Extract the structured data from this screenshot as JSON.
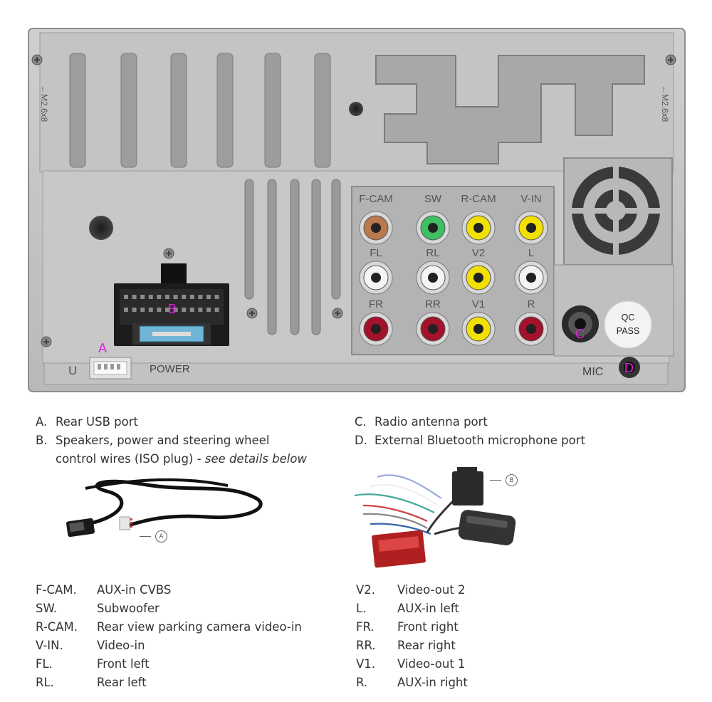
{
  "panel": {
    "connectors_top": [
      "F-CAM",
      "SW",
      "R-CAM",
      "V-IN"
    ],
    "connectors_mid": [
      "FL",
      "RL",
      "V2",
      "L"
    ],
    "connectors_bot": [
      "FR",
      "RR",
      "V1",
      "R"
    ],
    "power_label": "POWER",
    "usb_label": "U",
    "mic_label": "MIC",
    "qc_line1": "QC",
    "qc_line2": "PASS",
    "screw_spec_left": "←M2.6x8",
    "screw_spec_right": "←M2.6x8",
    "marker_a": "A",
    "marker_b": "B",
    "marker_c": "C",
    "marker_d": "D",
    "marker_color": "#e020e0"
  },
  "legend_left": [
    {
      "key": "A.",
      "desc": "Rear USB port"
    },
    {
      "key": "B.",
      "desc": "Speakers, power and steering wheel"
    }
  ],
  "legend_b_cont": "control wires (ISO plug) - ",
  "legend_b_italic": "see details below",
  "legend_right": [
    {
      "key": "C.",
      "desc": "Radio antenna port"
    },
    {
      "key": "D.",
      "desc": "External Bluetooth microphone port"
    }
  ],
  "callout_a": "A",
  "callout_b": "B",
  "abbreviations_left": [
    {
      "key": "F-CAM.",
      "desc": "AUX-in CVBS"
    },
    {
      "key": "SW.",
      "desc": "Subwoofer"
    },
    {
      "key": "R-CAM.",
      "desc": "Rear view parking camera video-in"
    },
    {
      "key": "V-IN.",
      "desc": "Video-in"
    },
    {
      "key": "FL.",
      "desc": "Front left"
    },
    {
      "key": "RL.",
      "desc": "Rear left"
    }
  ],
  "abbreviations_right": [
    {
      "key": "V2.",
      "desc": "Video-out 2"
    },
    {
      "key": "L.",
      "desc": "AUX-in left"
    },
    {
      "key": "FR.",
      "desc": "Front right"
    },
    {
      "key": "RR.",
      "desc": "Rear right"
    },
    {
      "key": "V1.",
      "desc": "Video-out 1"
    },
    {
      "key": "R.",
      "desc": "AUX-in right"
    }
  ]
}
